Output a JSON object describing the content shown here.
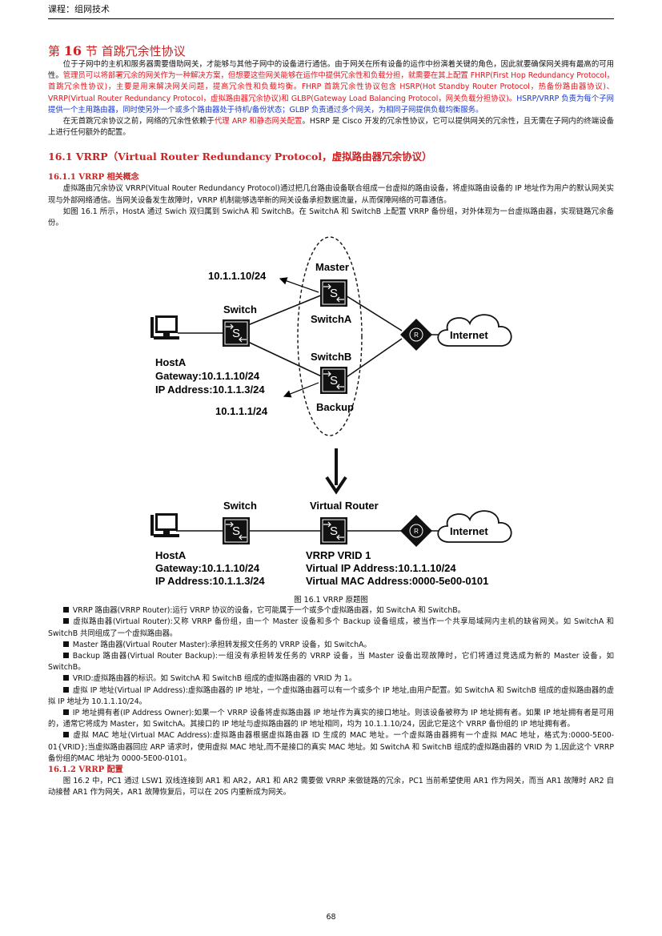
{
  "header": {
    "course": "课程：组网技术"
  },
  "section": {
    "prefix": "第",
    "num": "16",
    "suffix": "节 首跳冗余性协议"
  },
  "intro": {
    "p1_a": "位于子网中的主机和服务器需要借助网关，才能够与其他子网中的设备进行通信。由于网关在所有设备的运作中扮演着关键的角色，因此就要确保网关拥有最高的可用性。",
    "p1_b": "管理员可以将部署冗余的网关作为一种解决方案，但想要这些网关能够在运作中提供冗余性和负载分担，就需要在其上配置 FHRP(First Hop Redundancy Protocol，首跳冗余性协议)，主要是用来解决网关问题，提高冗余性和负载均衡。FHRP 首跳冗余性协议包含 HSRP(Hot Standby Router Protocol，热备份路由器协议)、VRRP(Virtual Router Redundancy Protocol，虚拟路由器冗余协议)和 GLBP(Gateway Load Balancing Protocol，网关负载分担协议)。",
    "p1_c": "HSRP/VRRP 负责为每个子网提供一个主用路由器，同时使另外一个或多个路由器处于待机/备份状态；GLBP 负责通过多个网关，为相同子网提供负载均衡服务。",
    "p2_a": "在无首跳冗余协议之前，网络的冗余性依赖于",
    "p2_b": "代理 ARP 和静态网关配置",
    "p2_c": "。HSRP 是 Cisco 开发的冗余性协议，它可以提供网关的冗余性，且无需在子网内的终端设备上进行任何额外的配置。"
  },
  "h2": "16.1 VRRP（Virtual Router Redundancy Protocol，虚拟路由器冗余协议）",
  "h3_1": "16.1.1 VRRP 相关概念",
  "concept": {
    "p1": "虚拟路由冗余协议 VRRP(Vitual Router Redundancy Protocol)通过把几台路由设备联合组成一台虚拟的路由设备，将虚拟路由设备的 IP 地址作为用户的默认网关实现与外部网络通信。当网关设备发生故障时，VRRP 机制能够选举新的网关设备承担数据流量，从而保障网络的可靠通信。",
    "p2": "如图 16.1 所示，HostA 通过 Swich 双归属到 SwichA 和 SwitchB。在 SwitchA 和 SwitchB 上配置 VRRP 备份组，对外体现为一台虚拟路由器，实现链路冗余备份。"
  },
  "figure": {
    "top": {
      "ip_master": "10.1.1.10/24",
      "ip_backup": "10.1.1.1/24",
      "master": "Master",
      "switch_a": "SwitchA",
      "switch_b": "SwitchB",
      "backup": "Backup",
      "switch": "Switch",
      "internet": "Internet",
      "host": "HostA",
      "gateway": "Gateway:10.1.1.10/24",
      "ip_addr": "IP Address:10.1.1.3/24"
    },
    "bottom": {
      "switch": "Switch",
      "virtual_router": "Virtual Router",
      "internet": "Internet",
      "host": "HostA",
      "gateway": "Gateway:10.1.1.10/24",
      "ip_addr": "IP Address:10.1.1.3/24",
      "vrid": "VRRP VRID 1",
      "vip": "Virtual IP Address:10.1.1.10/24",
      "vmac": "Virtual MAC Address:0000-5e00-0101"
    },
    "glyph_s": "S",
    "glyph_r": "R",
    "caption": "图 16.1 VRRP 原题图"
  },
  "bullets": [
    "VRRP 路由器(VRRP Router):运行 VRRP 协议的设备，它可能属于一个或多个虚拟路由器，如 SwitchA 和 SwitchB。",
    "虚拟路由器(Virtual Router):又称 VRRP 备份组，由一个 Master 设备和多个 Backup 设备组成，被当作一个共享局域网内主机的缺省网关。如 SwitchA 和 SwitchB 共同组成了一个虚拟路由器。",
    "Master 路由器(Virtual Router Master):承担转发报文任务的 VRRP 设备，如 SwitchA。",
    "Backup 路由器(Virtual Router Backup):一组没有承担转发任务的 VRRP 设备，当 Master 设备出现故障时，它们将通过竞选成为新的 Master 设备，如 SwitchB。",
    "VRID:虚拟路由器的标识。如 SwitchA 和 SwitchB 组成的虚拟路由器的 VRID 为 1。",
    "虚拟 IP 地址(Virtual IP Address):虚拟路由器的 IP 地址，一个虚拟路由器可以有一个或多个 IP 地址,由用户配置。如 SwitchA 和 SwitchB 组成的虚拟路由器的虚拟 IP 地址为 10.1.1.10/24。",
    "IP 地址拥有者(IP Address Owner):如果一个 VRRP 设备将虚拟路由器 IP 地址作为真实的接口地址。则该设备被称为 IP 地址拥有者。如果 IP 地址拥有者是可用的，通常它将成为 Master，如 SwitchA。其接口的 IP 地址与虚拟路由器的 IP 地址相同，均为 10.1.1.10/24，因此它是这个 VRRP 备份组的 IP 地址拥有者。",
    "虚拟 MAC 地址(Virtual MAC Address):虚拟路由器根据虚拟路由器 ID 生成的 MAC 地址。一个虚拟路由器拥有一个虚拟 MAC 地址，格式为:0000-5E00-01{VRID};当虚拟路由器回应 ARP 请求时，使用虚拟 MAC 地址,而不是接口的真实 MAC 地址。如 SwitchA 和 SwitchB 组成的虚拟路由器的 VRID 为 1,因此这个 VRRP 备份组的MAC 地址为 0000-5E00-0101。"
  ],
  "h3_2": "16.1.2 VRRP 配置",
  "config": {
    "p1": "图 16.2 中，PC1 通过 LSW1 双线连接到 AR1 和 AR2，AR1 和 AR2 需要做 VRRP 来做链路的冗余，PC1 当前希望使用 AR1 作为网关，而当 AR1 故障时 AR2 自动接替 AR1 作为网关，AR1 故障恢复后，可以在 20S 内重新成为网关。"
  },
  "footer": {
    "page": "68"
  }
}
